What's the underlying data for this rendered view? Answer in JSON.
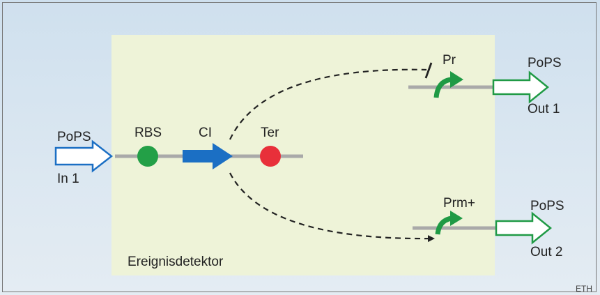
{
  "diagram": {
    "input": {
      "signal": "PoPS",
      "port": "In 1"
    },
    "parts": {
      "rbs": "RBS",
      "gene": "CI",
      "terminator": "Ter"
    },
    "promoters": {
      "repressed": "Pr",
      "activated": "Prm+"
    },
    "outputs": [
      {
        "signal": "PoPS",
        "port": "Out 1"
      },
      {
        "signal": "PoPS",
        "port": "Out 2"
      }
    ],
    "device_label": "Ereignisdetektor",
    "credit": "ETH"
  },
  "colors": {
    "background": "#d6e4ef",
    "device_box": "#eef3d8",
    "dna_line": "#a9a9a9",
    "rbs": "#23a047",
    "gene": "#1b6fc4",
    "terminator": "#e8303a",
    "promoter_arrow": "#1f9a45",
    "output_arrow": "#1f9a45",
    "input_arrow": "#1b6fc4"
  }
}
